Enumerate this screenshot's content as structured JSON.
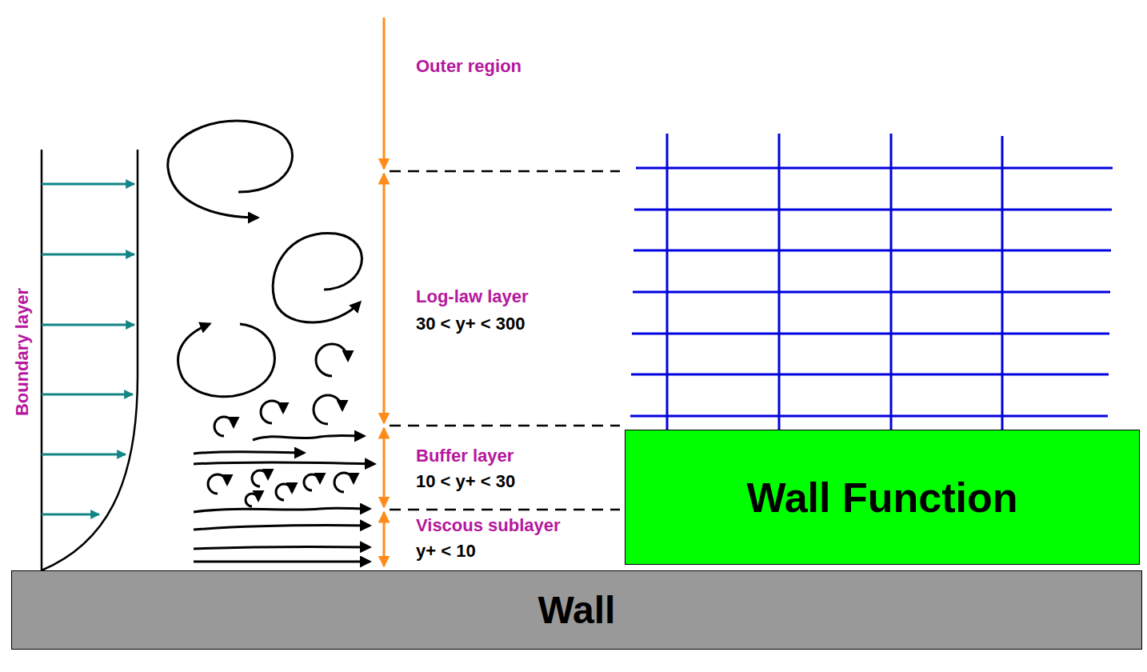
{
  "diagram": {
    "nodes": [
      {
        "text": [
          "Wall Function"
        ]
      },
      {
        "text": [
          "Wall"
        ]
      }
    ],
    "labels": [
      "Boundary layer",
      "Outer region",
      "Log-law layer",
      "30 < y+ < 300",
      "Buffer layer",
      "10 < y+ < 30",
      "Viscous sublayer",
      "y+ < 10"
    ]
  }
}
